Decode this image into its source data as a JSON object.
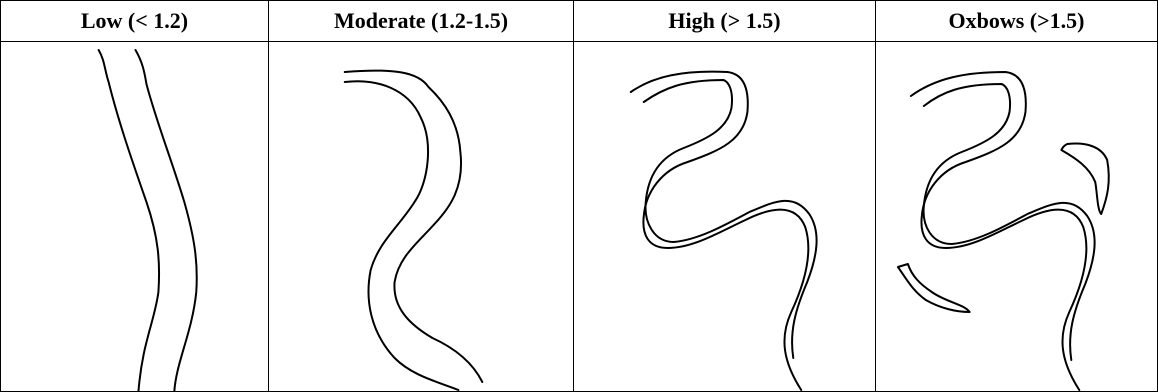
{
  "columns": [
    {
      "label": "Low (< 1.2)",
      "icon": "low-sinuosity-river-icon"
    },
    {
      "label": "Moderate (1.2-1.5)",
      "icon": "moderate-sinuosity-river-icon"
    },
    {
      "label": "High (> 1.5)",
      "icon": "high-sinuosity-river-icon"
    },
    {
      "label": "Oxbows (>1.5)",
      "icon": "oxbow-lakes-river-icon"
    }
  ]
}
